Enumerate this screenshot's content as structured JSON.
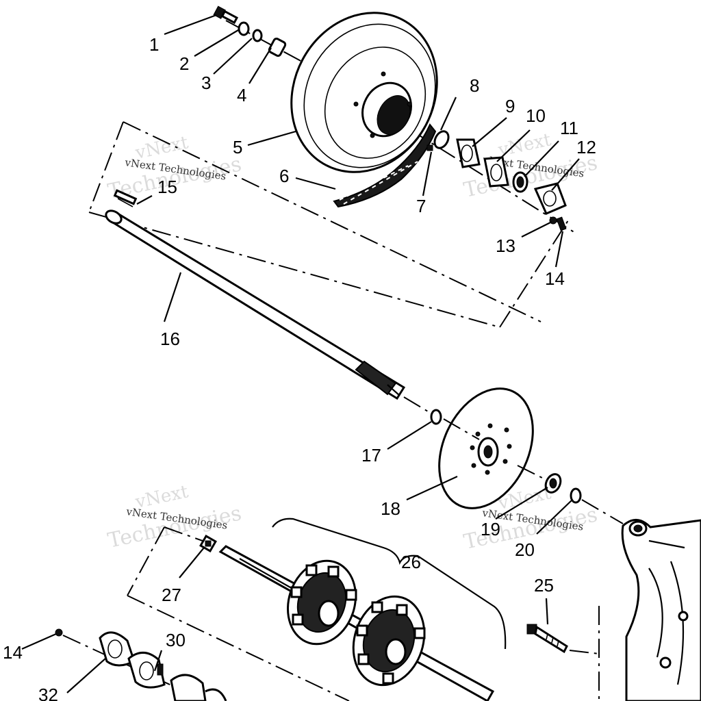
{
  "watermark": {
    "top": "vNext",
    "bottom": "Technologies",
    "small": "vNext Technologies"
  },
  "callouts": [
    "1",
    "2",
    "3",
    "4",
    "5",
    "6",
    "7",
    "8",
    "9",
    "10",
    "11",
    "12",
    "13",
    "14",
    "15",
    "16",
    "17",
    "18",
    "19",
    "20",
    "25",
    "26",
    "27",
    "30",
    "32",
    "14"
  ]
}
